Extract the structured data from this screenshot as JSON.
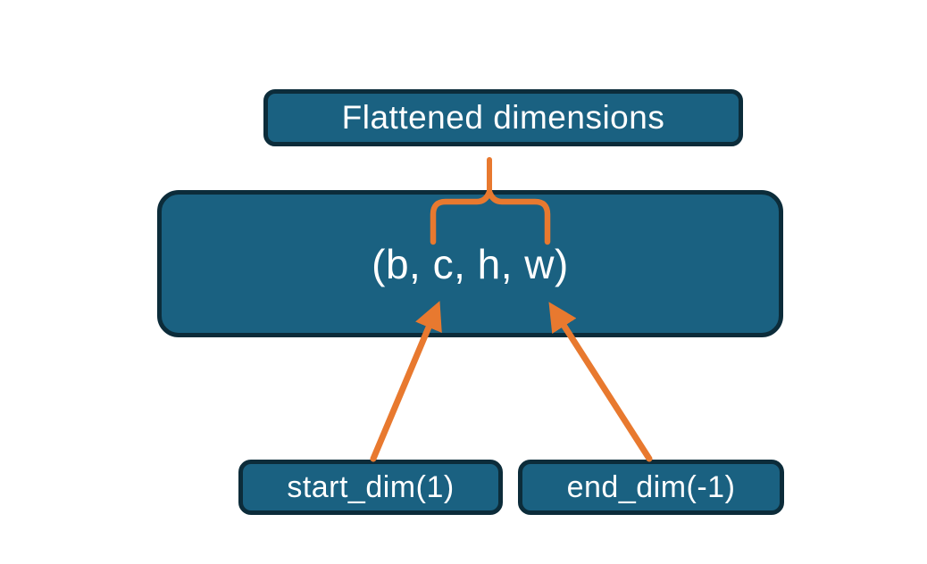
{
  "diagram": {
    "description": "Tensor flatten operation diagram",
    "title_box": {
      "label": "Flattened dimensions"
    },
    "tensor_box": {
      "label": "(b, c, h, w)"
    },
    "start_box": {
      "label": "start_dim(1)"
    },
    "end_box": {
      "label": "end_dim(-1)"
    },
    "annotations": {
      "brace": "brace grouping dimensions c, h, w under Flattened dimensions",
      "start_arrow": "arrow from start_dim(1) pointing to dimension c",
      "end_arrow": "arrow from end_dim(-1) pointing to dimension w"
    },
    "colors": {
      "background": "#ffffff",
      "box_fill": "#1a6181",
      "box_border": "#0c2c3a",
      "accent_orange": "#e8792f",
      "text": "#ffffff"
    }
  }
}
